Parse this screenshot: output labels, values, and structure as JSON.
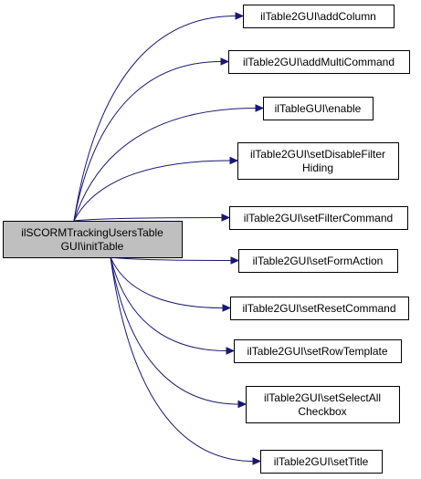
{
  "diagram": {
    "colors": {
      "edge": "#191970",
      "root_fill": "#bfbfbf",
      "node_fill": "#ffffff",
      "border": "#000000"
    },
    "root": {
      "id": "root",
      "lines": [
        "ilSCORMTrackingUsersTable",
        "GUI\\initTable"
      ]
    },
    "callees": [
      {
        "id": "addColumn",
        "lines": [
          "ilTable2GUI\\addColumn"
        ]
      },
      {
        "id": "addMultiCommand",
        "lines": [
          "ilTable2GUI\\addMultiCommand"
        ]
      },
      {
        "id": "enable",
        "lines": [
          "ilTableGUI\\enable"
        ]
      },
      {
        "id": "setDisableFilterHiding",
        "lines": [
          "ilTable2GUI\\setDisableFilter",
          "Hiding"
        ]
      },
      {
        "id": "setFilterCommand",
        "lines": [
          "ilTable2GUI\\setFilterCommand"
        ]
      },
      {
        "id": "setFormAction",
        "lines": [
          "ilTable2GUI\\setFormAction"
        ]
      },
      {
        "id": "setResetCommand",
        "lines": [
          "ilTable2GUI\\setResetCommand"
        ]
      },
      {
        "id": "setRowTemplate",
        "lines": [
          "ilTable2GUI\\setRowTemplate"
        ]
      },
      {
        "id": "setSelectAllCheckbox",
        "lines": [
          "ilTable2GUI\\setSelectAll",
          "Checkbox"
        ]
      },
      {
        "id": "setTitle",
        "lines": [
          "ilTable2GUI\\setTitle"
        ]
      }
    ]
  }
}
